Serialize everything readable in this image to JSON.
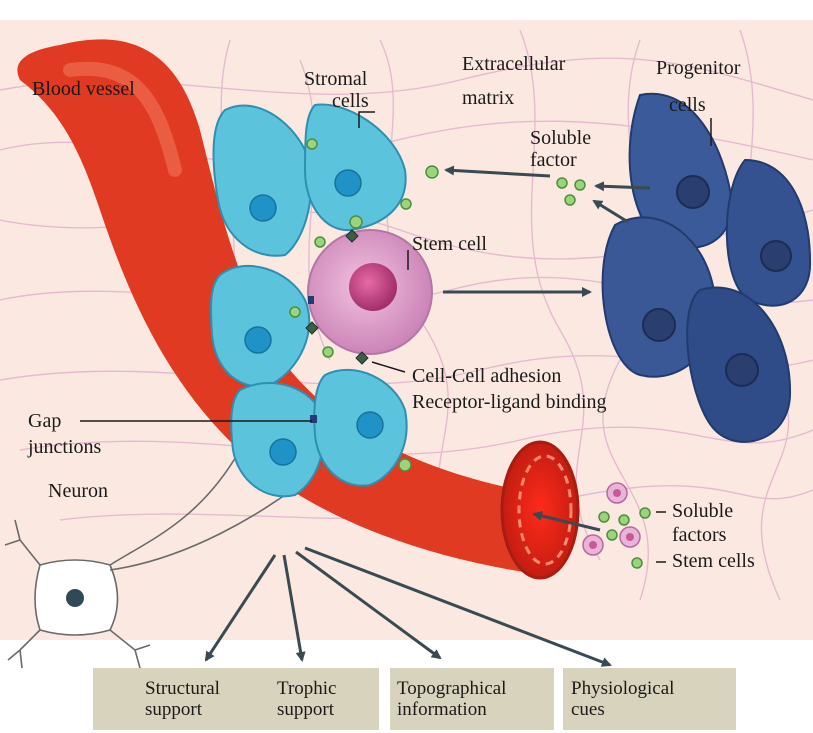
{
  "labels": {
    "blood_vessel": "Blood vessel",
    "stromal_1": "Stromal",
    "stromal_2": "cells",
    "ecm_1": "Extracellular",
    "ecm_2": "matrix",
    "progenitor_1": "Progenitor",
    "progenitor_2": "cells",
    "soluble_factor_1": "Soluble",
    "soluble_factor_2": "factor",
    "stem_cell": "Stem cell",
    "adhesion": "Cell-Cell adhesion",
    "receptor": "Receptor-ligand binding",
    "gap_1": "Gap",
    "gap_2": "junctions",
    "neuron": "Neuron",
    "soluble_factors_1": "Soluble",
    "soluble_factors_2": "factors",
    "stem_cells": "Stem cells"
  },
  "boxes": [
    {
      "line1": "Structural",
      "line2": "support"
    },
    {
      "line1": "Trophic",
      "line2": "support"
    },
    {
      "line1": "Topographical",
      "line2": "information"
    },
    {
      "line1": "Physiological",
      "line2": "cues"
    }
  ],
  "colors": {
    "background": "#fbe9e1",
    "vessel": "#e03a22",
    "stromal": "#5cc3dc",
    "stem_cell": "#d98ac0",
    "progenitor": "#34528f",
    "box": "#d8d3bd",
    "arrow": "#3a4a52"
  }
}
